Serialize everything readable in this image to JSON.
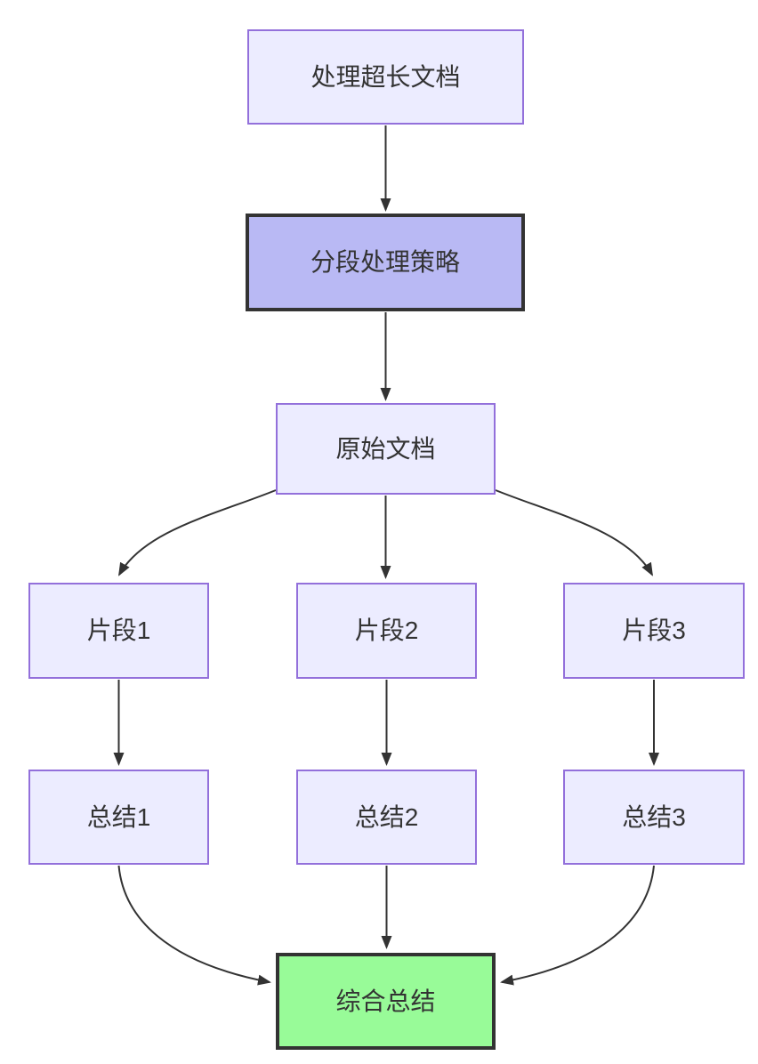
{
  "diagram": {
    "type": "flowchart",
    "direction": "top-down",
    "nodes": [
      {
        "id": "A",
        "label": "处理超长文档",
        "style": "default"
      },
      {
        "id": "B",
        "label": "分段处理策略",
        "style": "highlight-purple"
      },
      {
        "id": "C",
        "label": "原始文档",
        "style": "default"
      },
      {
        "id": "D",
        "label": "片段1",
        "style": "default"
      },
      {
        "id": "E",
        "label": "片段2",
        "style": "default"
      },
      {
        "id": "F",
        "label": "片段3",
        "style": "default"
      },
      {
        "id": "G",
        "label": "总结1",
        "style": "default"
      },
      {
        "id": "H",
        "label": "总结2",
        "style": "default"
      },
      {
        "id": "I",
        "label": "总结3",
        "style": "default"
      },
      {
        "id": "J",
        "label": "综合总结",
        "style": "highlight-green"
      }
    ],
    "edges": [
      {
        "from": "A",
        "to": "B",
        "label": ""
      },
      {
        "from": "B",
        "to": "C",
        "label": ""
      },
      {
        "from": "C",
        "to": "D",
        "label": ""
      },
      {
        "from": "C",
        "to": "E",
        "label": ""
      },
      {
        "from": "C",
        "to": "F",
        "label": ""
      },
      {
        "from": "D",
        "to": "G",
        "label": ""
      },
      {
        "from": "E",
        "to": "H",
        "label": ""
      },
      {
        "from": "F",
        "to": "I",
        "label": ""
      },
      {
        "from": "G",
        "to": "J",
        "label": ""
      },
      {
        "from": "H",
        "to": "J",
        "label": ""
      },
      {
        "from": "I",
        "to": "J",
        "label": ""
      }
    ],
    "colors": {
      "background": "#FFFFFF",
      "node_fill": "#ECECFF",
      "node_border": "#9370DB",
      "highlight_purple_fill": "#B9B9F4",
      "highlight_green_fill": "#98FB98",
      "highlight_border": "#333333",
      "edge_color": "#333333",
      "text_color": "#333333"
    }
  }
}
